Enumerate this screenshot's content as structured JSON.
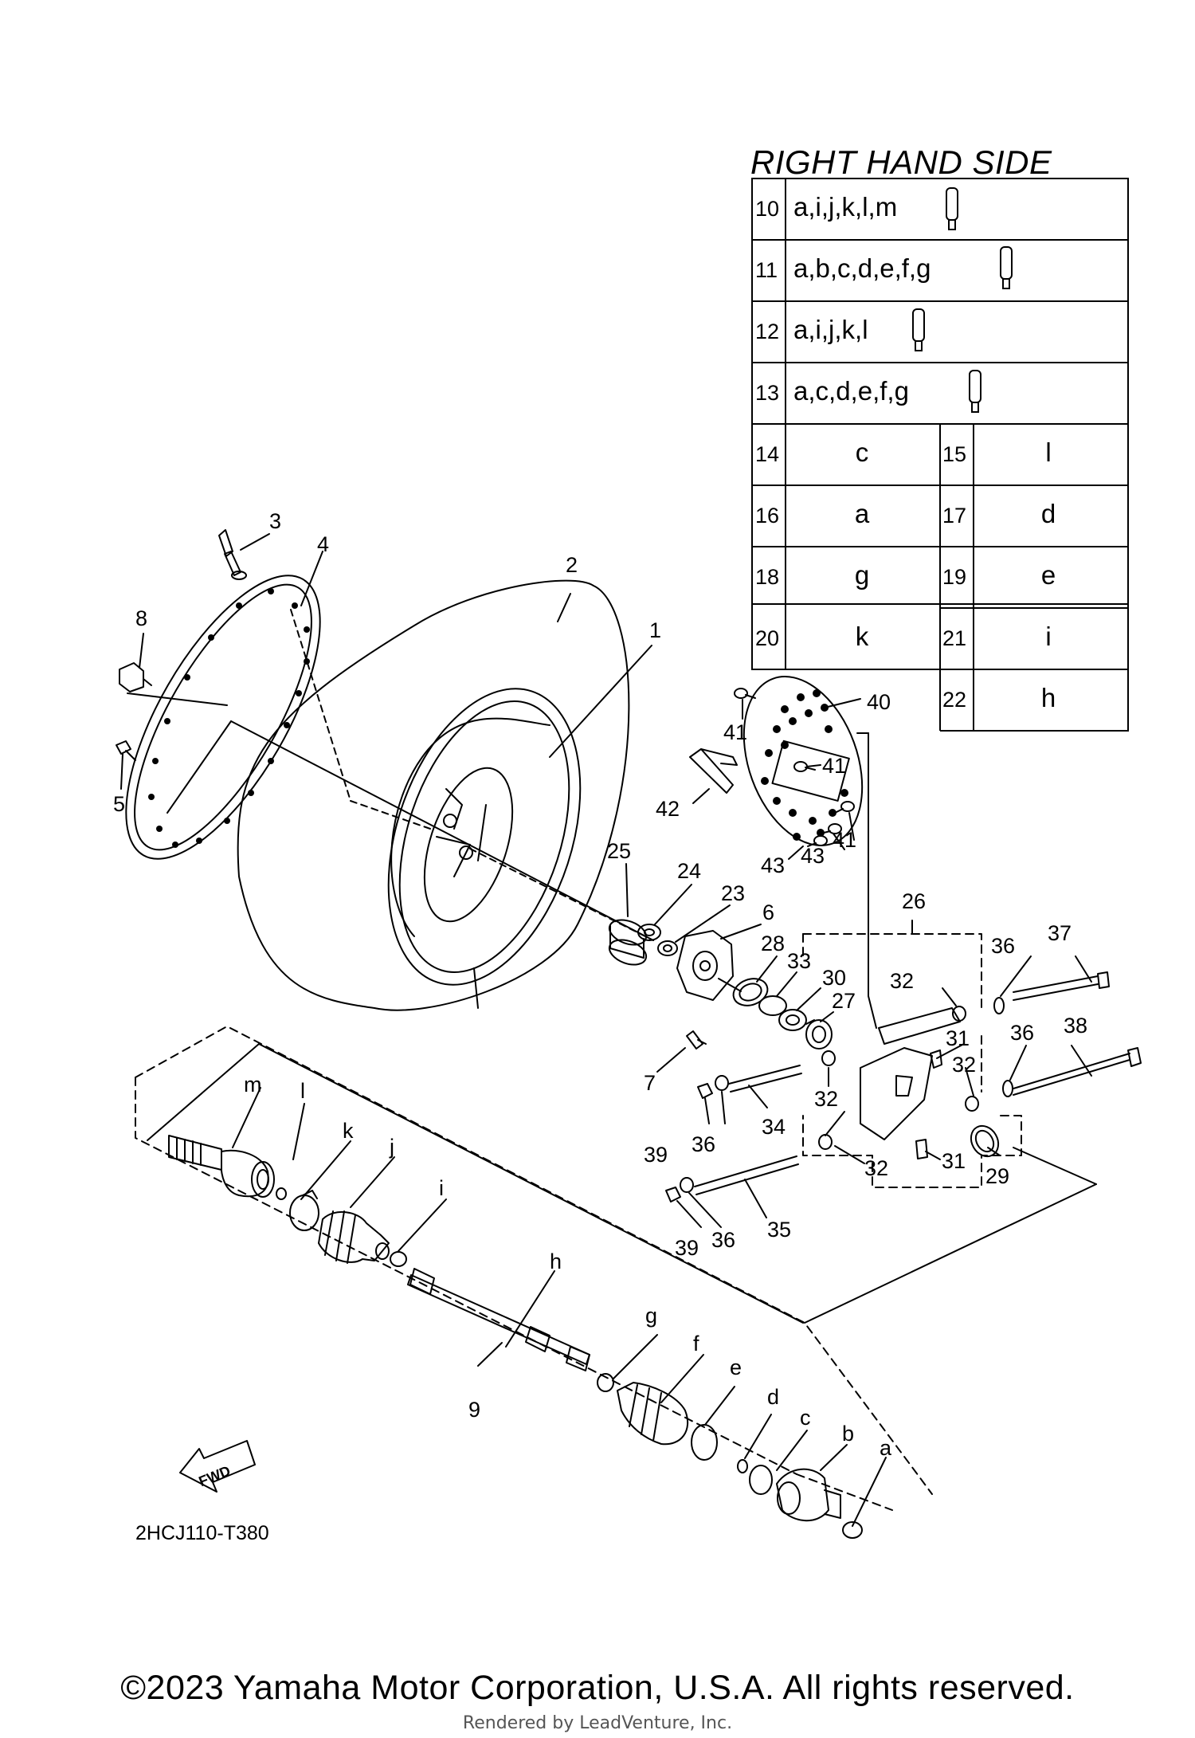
{
  "table": {
    "title": "RIGHT HAND SIDE",
    "rows": [
      {
        "num": "10",
        "letters": "a,i,j,k,l,m"
      },
      {
        "num": "11",
        "letters": "a,b,c,d,e,f,g"
      },
      {
        "num": "12",
        "letters": "a,i,j,k,l"
      },
      {
        "num": "13",
        "letters": "a,c,d,e,f,g"
      }
    ],
    "pairs": [
      {
        "num1": "14",
        "val1": "c",
        "num2": "15",
        "val2": "l"
      },
      {
        "num1": "16",
        "val1": "a",
        "num2": "17",
        "val2": "d"
      },
      {
        "num1": "18",
        "val1": "g",
        "num2": "19",
        "val2": "e"
      },
      {
        "num1": "20",
        "val1": "k",
        "num2": "21",
        "val2": "i"
      }
    ],
    "last": {
      "num": "22",
      "val": "h"
    }
  },
  "callouts": {
    "c1": "1",
    "c2": "2",
    "c3": "3",
    "c4": "4",
    "c5": "5",
    "c6": "6",
    "c7": "7",
    "c8": "8",
    "c9": "9",
    "c23": "23",
    "c24": "24",
    "c25": "25",
    "c26": "26",
    "c27": "27",
    "c28": "28",
    "c29": "29",
    "c30": "30",
    "c31a": "31",
    "c31b": "31",
    "c32a": "32",
    "c32b": "32",
    "c32c": "32",
    "c32d": "32",
    "c33": "33",
    "c34": "34",
    "c35": "35",
    "c36a": "36",
    "c36b": "36",
    "c36c": "36",
    "c36d": "36",
    "c37": "37",
    "c38": "38",
    "c39a": "39",
    "c39b": "39",
    "c40": "40",
    "c41a": "41",
    "c41b": "41",
    "c41c": "41",
    "c42": "42",
    "c43a": "43",
    "c43b": "43",
    "ca": "a",
    "cb": "b",
    "cc": "c",
    "cd": "d",
    "ce": "e",
    "cf": "f",
    "cg": "g",
    "ch": "h",
    "ci": "i",
    "cj": "j",
    "ck": "k",
    "cl": "l",
    "cm": "m"
  },
  "fwd_label": "FWD",
  "diagram_code": "2HCJ110-T380",
  "copyright": "©2023 Yamaha Motor Corporation, U.S.A. All rights reserved.",
  "watermark": "Rendered by LeadVenture, Inc."
}
